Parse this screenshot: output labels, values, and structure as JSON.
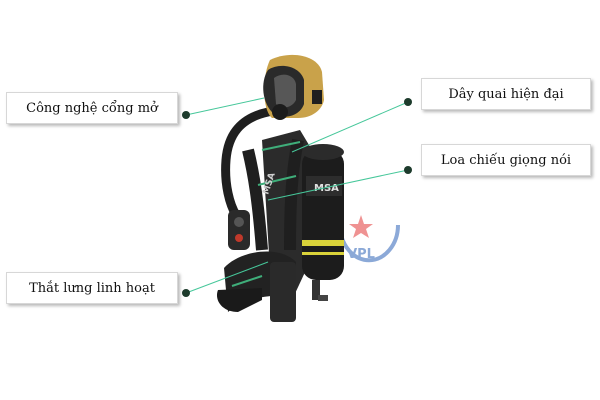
{
  "callouts": {
    "open_port_tech": "Công nghệ cổng mở",
    "modern_straps": "Dây quai hiện đại",
    "voice_speaker": "Loa chiếu giọng nói",
    "flexible_belt": "Thắt lưng linh hoạt"
  },
  "product": {
    "cylinder_brand": "MSA",
    "harness_text": "MSA"
  },
  "colors": {
    "leader_line": "#46c79a",
    "dot": "#1d3b2c",
    "mask_gold": "#c9a24a",
    "equipment_dark": "#1f1f1f",
    "accent_green": "#3fae7a",
    "reflective_stripe": "#d9d23a",
    "watermark_blue": "#2e63b8",
    "watermark_red": "#e23a3a"
  },
  "watermark": {
    "icon": "star-logo-icon",
    "text": "VPL"
  }
}
